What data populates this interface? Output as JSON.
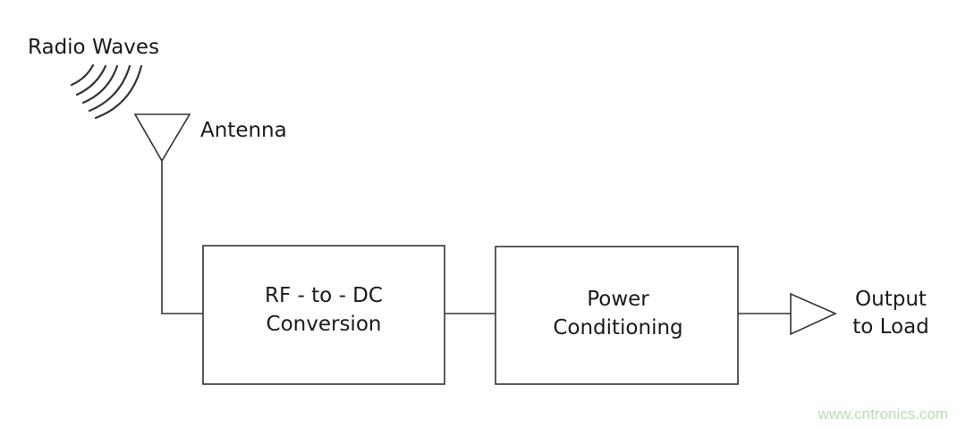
{
  "labels": {
    "radio_waves": "Radio Waves",
    "antenna": "Antenna",
    "rf_dc_line1": "RF - to - DC",
    "rf_dc_line2": "Conversion",
    "power_line1": "Power",
    "power_line2": "Conditioning",
    "output_line1": "Output",
    "output_line2": "to Load"
  },
  "watermark": "www.cntronics.com",
  "colors": {
    "line": "#333333",
    "text": "#1a1a1a",
    "watermark": "#b9e0b0",
    "background": "#ffffff"
  }
}
